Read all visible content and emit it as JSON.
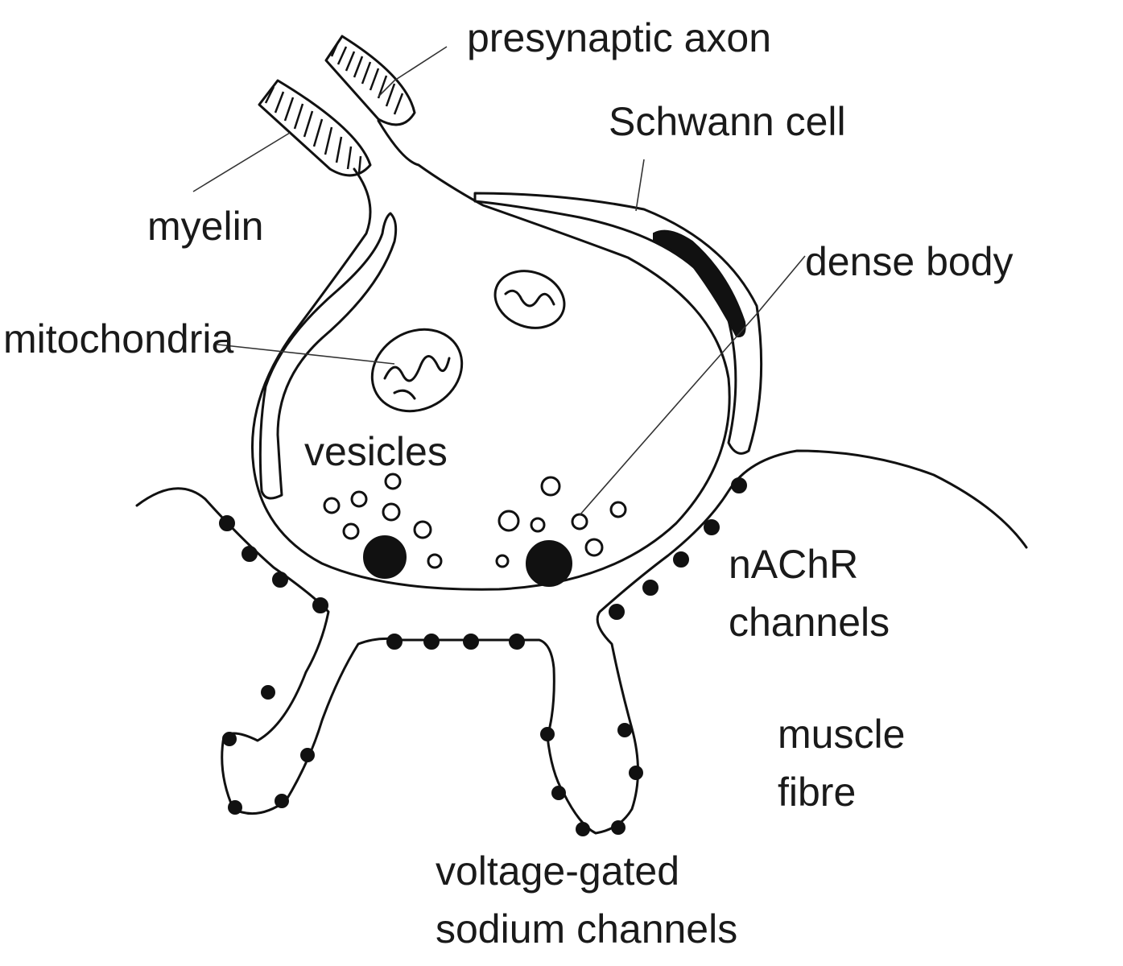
{
  "labels": {
    "presynaptic_axon": "presynaptic axon",
    "schwann_cell": "Schwann cell",
    "myelin": "myelin",
    "dense_body": "dense body",
    "mitochondria": "mitochondria",
    "vesicles": "vesicles",
    "nachr_line1": "nAChR",
    "nachr_line2": "channels",
    "muscle_line1": "muscle",
    "muscle_line2": "fibre",
    "vgsc_line1": "voltage-gated",
    "vgsc_line2": "sodium channels"
  }
}
